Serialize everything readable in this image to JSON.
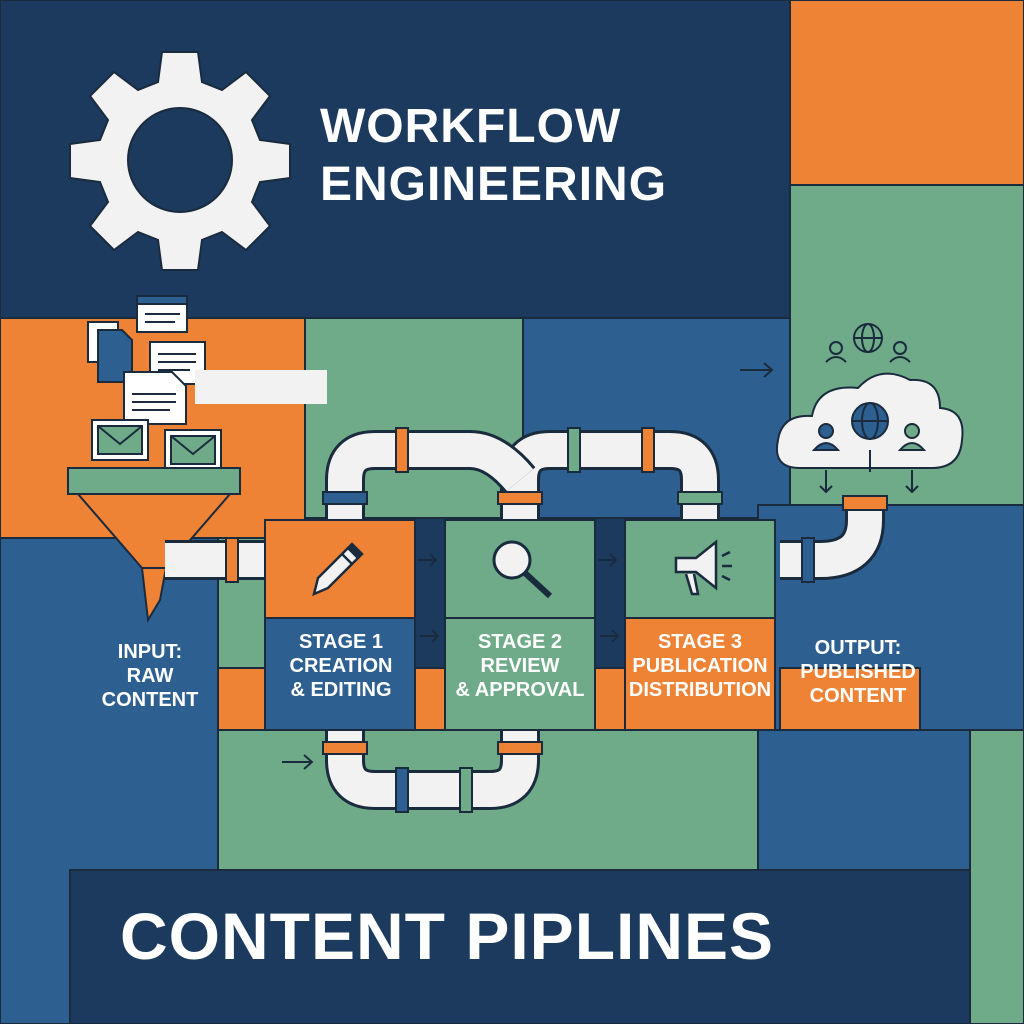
{
  "title": {
    "line1": "WORKFLOW",
    "line2": "ENGINEERING"
  },
  "footer_title": "CONTENT PIPLINES",
  "input_label": {
    "line1": "INPUT:",
    "line2": "RAW",
    "line3": "CONTENT"
  },
  "stages": [
    {
      "line1": "STAGE 1",
      "line2": "CREATION",
      "line3": "& EDITING",
      "icon": "pencil-icon"
    },
    {
      "line1": "STAGE 2",
      "line2": "REVIEW",
      "line3": "& APPROVAL",
      "icon": "magnifier-icon"
    },
    {
      "line1": "STAGE 3",
      "line2": "PUBLICATION",
      "line3": "DISTRIBUTION",
      "icon": "megaphone-icon"
    }
  ],
  "output_label": {
    "line1": "OUTPUT:",
    "line2": "PUBLISHED",
    "line3": "CONTENT"
  },
  "colors": {
    "navy": "#1c3a5e",
    "blue": "#2d5f90",
    "orange": "#ee8235",
    "green": "#6fab88",
    "white": "#f2f2f2",
    "outline": "#1a2b3d"
  }
}
